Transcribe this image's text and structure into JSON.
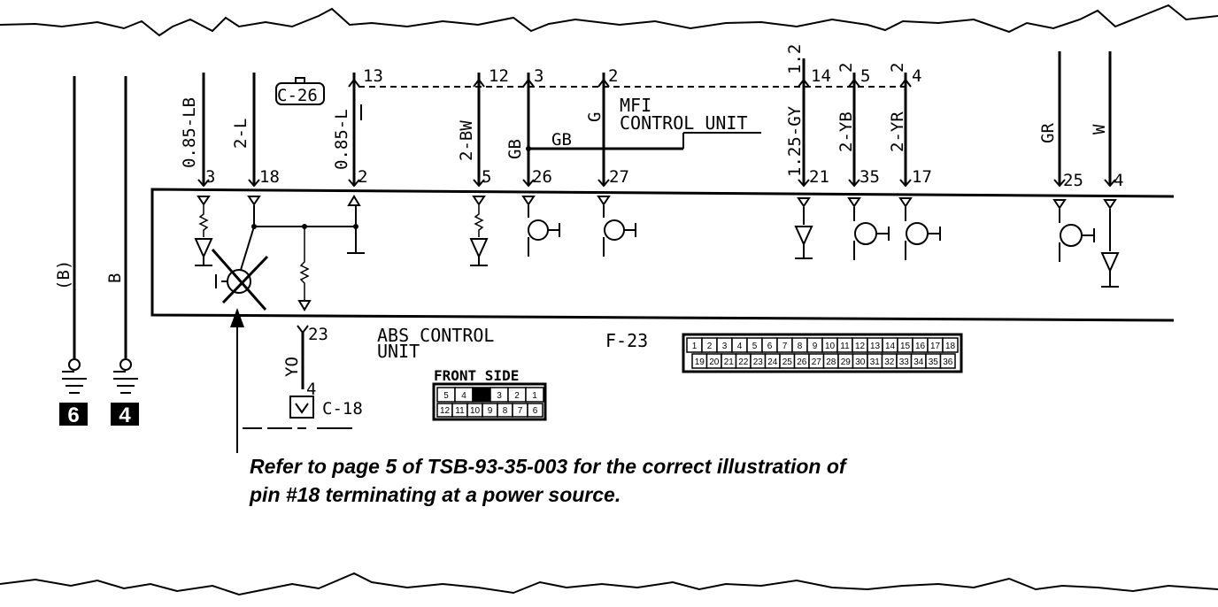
{
  "wires_left": [
    {
      "label": "(B)",
      "ground_number": "6"
    },
    {
      "label": "B",
      "ground_number": "4"
    }
  ],
  "abs_unit": {
    "label_line1": "ABS CONTROL",
    "label_line2": "UNIT",
    "connector": "F-23",
    "front_side": "FRONT SIDE"
  },
  "mfi": {
    "line1": "MFI",
    "line2": "CONTROL UNIT"
  },
  "connectors": {
    "c26": "C-26",
    "c18": "C-18"
  },
  "top_wires": [
    {
      "color": "0.85-LB",
      "pin_bottom": "3"
    },
    {
      "color": "2-L",
      "pin_bottom": "18"
    },
    {
      "color": "0.85-L",
      "pin_top": "13",
      "pin_bottom": "2"
    },
    {
      "color": "2-BW",
      "pin_top": "12",
      "pin_bottom": "5"
    },
    {
      "color": "GB",
      "pin_top": "3",
      "pin_bottom": "26",
      "branch_label": "GB"
    },
    {
      "color": "G",
      "pin_top": "2",
      "pin_bottom": "27"
    },
    {
      "color": "1.25-GY",
      "pin_top": "14",
      "pin_bottom": "21",
      "top_extra": "1.2"
    },
    {
      "color": "2-YB",
      "pin_top": "5",
      "pin_bottom": "35",
      "top_extra": "2"
    },
    {
      "color": "2-YR",
      "pin_top": "4",
      "pin_bottom": "17",
      "top_extra": "2"
    },
    {
      "color": "GR",
      "pin_bottom": "25"
    },
    {
      "color": "W",
      "pin_bottom": "4"
    }
  ],
  "bottom_wire": {
    "color": "YO",
    "pin_top": "23",
    "pin_bottom": "4"
  },
  "f23_pins": {
    "row1": [
      "1",
      "2",
      "3",
      "4",
      "5",
      "6",
      "7",
      "8",
      "9",
      "10",
      "11",
      "12",
      "13",
      "14",
      "15",
      "16",
      "17",
      "18"
    ],
    "row2": [
      "19",
      "20",
      "21",
      "22",
      "23",
      "24",
      "25",
      "26",
      "27",
      "28",
      "29",
      "30",
      "31",
      "32",
      "33",
      "34",
      "35",
      "36"
    ]
  },
  "front_side_pins": {
    "row1": [
      "5",
      "4",
      "",
      "3",
      "2",
      "1"
    ],
    "row2": [
      "12",
      "11",
      "10",
      "9",
      "8",
      "7",
      "6"
    ]
  },
  "note": {
    "line1": "Refer to page 5 of TSB-93-35-003 for the correct illustration of",
    "line2": "pin #18 terminating at a power source."
  }
}
